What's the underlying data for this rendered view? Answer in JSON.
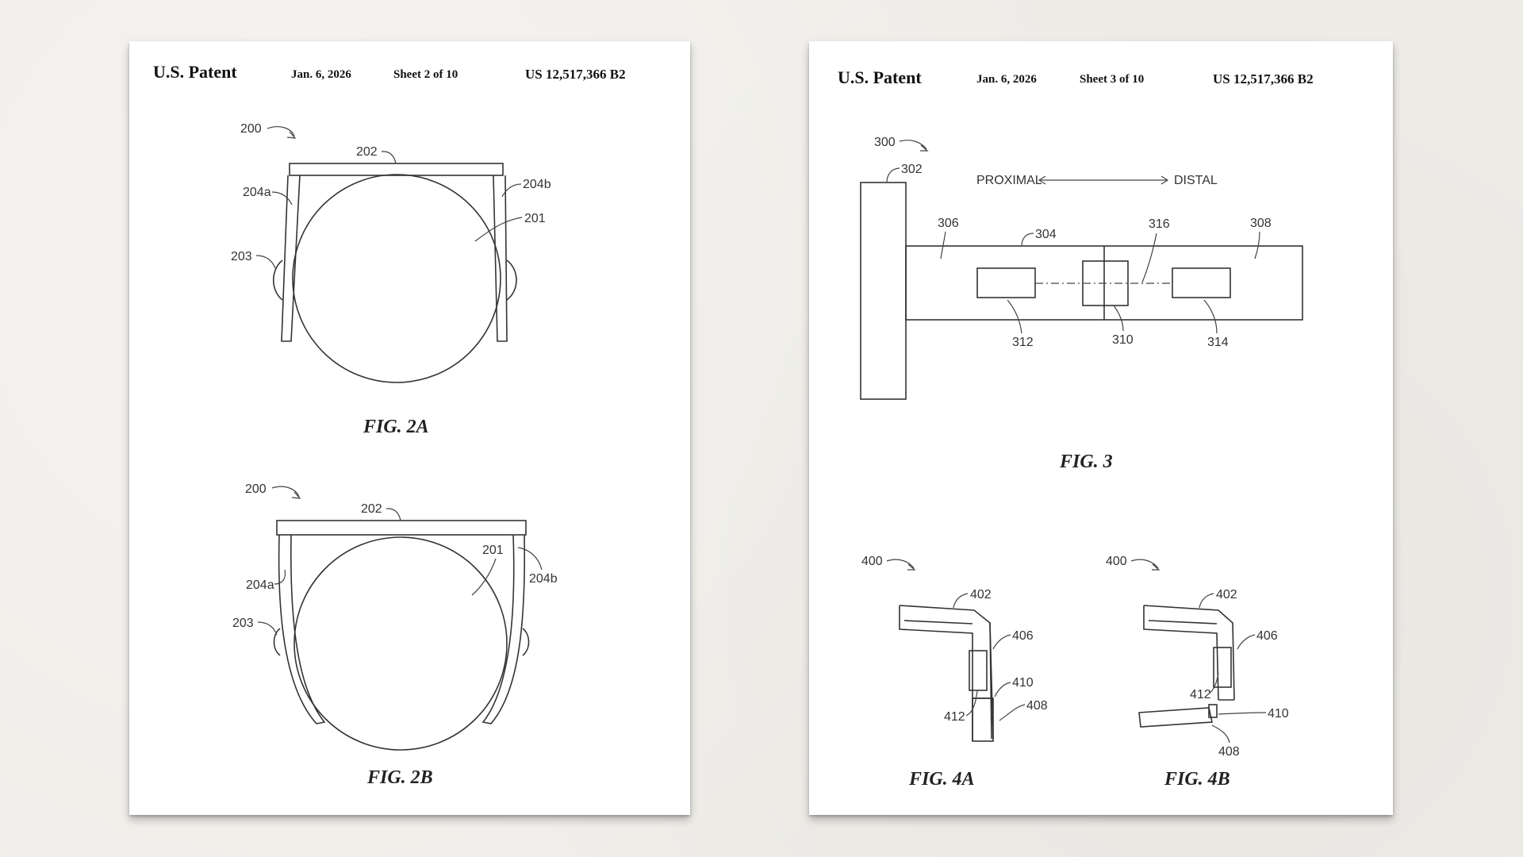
{
  "left_sheet": {
    "header": {
      "title": "U.S. Patent",
      "date": "Jan. 6, 2026",
      "sheet": "Sheet 2 of 10",
      "number": "US 12,517,366 B2"
    },
    "fig2a": {
      "caption": "FIG. 2A",
      "refs": {
        "assembly": "200",
        "cap": "202",
        "left_arm": "204a",
        "right_arm": "204b",
        "ball": "201",
        "bump": "203"
      }
    },
    "fig2b": {
      "caption": "FIG. 2B",
      "refs": {
        "assembly": "200",
        "cap": "202",
        "left_arm": "204a",
        "right_arm": "204b",
        "ball": "201",
        "bump": "203"
      }
    }
  },
  "right_sheet": {
    "header": {
      "title": "U.S. Patent",
      "date": "Jan. 6, 2026",
      "sheet": "Sheet 3 of 10",
      "number": "US 12,517,366 B2"
    },
    "fig3": {
      "caption": "FIG. 3",
      "direction_left": "PROXIMAL",
      "direction_right": "DISTAL",
      "refs": {
        "assembly": "300",
        "post": "302",
        "shaft": "304",
        "proximal_end": "306",
        "distal_end": "308",
        "center_block": "310",
        "left_block": "312",
        "right_block": "314",
        "axis": "316"
      }
    },
    "fig4a": {
      "caption": "FIG. 4A",
      "refs": {
        "assembly": "400",
        "arm": "402",
        "body": "406",
        "lower": "408",
        "joint": "410",
        "insert": "412"
      }
    },
    "fig4b": {
      "caption": "FIG. 4B",
      "refs": {
        "assembly": "400",
        "arm": "402",
        "body": "406",
        "lower": "408",
        "joint": "410",
        "insert": "412"
      }
    }
  }
}
